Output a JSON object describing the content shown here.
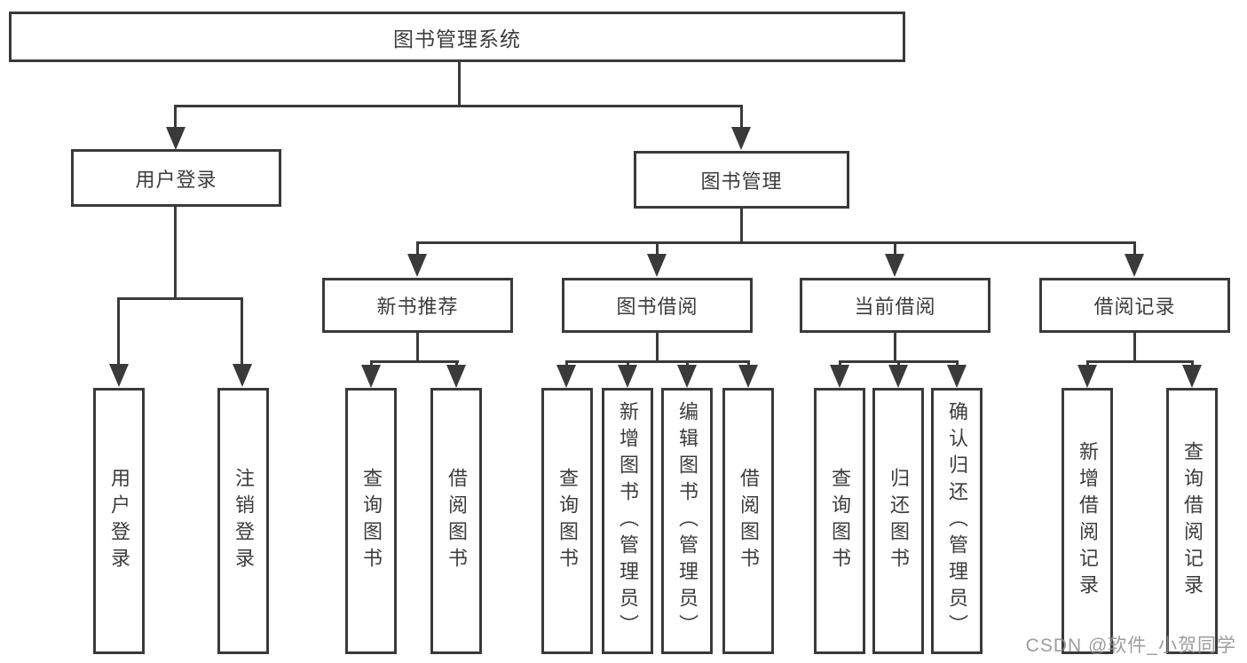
{
  "diagram_title": "图书管理系统",
  "tree": {
    "root": {
      "label": "图书管理系统"
    },
    "children": [
      {
        "label": "用户登录",
        "children": [
          {
            "label": "用户登录"
          },
          {
            "label": "注销登录"
          }
        ]
      },
      {
        "label": "图书管理",
        "children": [
          {
            "label": "新书推荐",
            "children": [
              {
                "label": "查询图书"
              },
              {
                "label": "借阅图书"
              }
            ]
          },
          {
            "label": "图书借阅",
            "children": [
              {
                "label": "查询图书"
              },
              {
                "label": "新增图书（管理员）"
              },
              {
                "label": "编辑图书（管理员）"
              },
              {
                "label": "借阅图书"
              }
            ]
          },
          {
            "label": "当前借阅",
            "children": [
              {
                "label": "查询图书"
              },
              {
                "label": "归还图书"
              },
              {
                "label": "确认归还（管理员）"
              }
            ]
          },
          {
            "label": "借阅记录",
            "children": [
              {
                "label": "新增借阅记录"
              },
              {
                "label": "查询借阅记录"
              }
            ]
          }
        ]
      }
    ]
  },
  "watermark": "CSDN @软件_小贺同学",
  "colors": {
    "line": "#3a3a3a",
    "text": "#3c3c3c",
    "watermark": "#8c8c8c",
    "background": "#ffffff"
  }
}
